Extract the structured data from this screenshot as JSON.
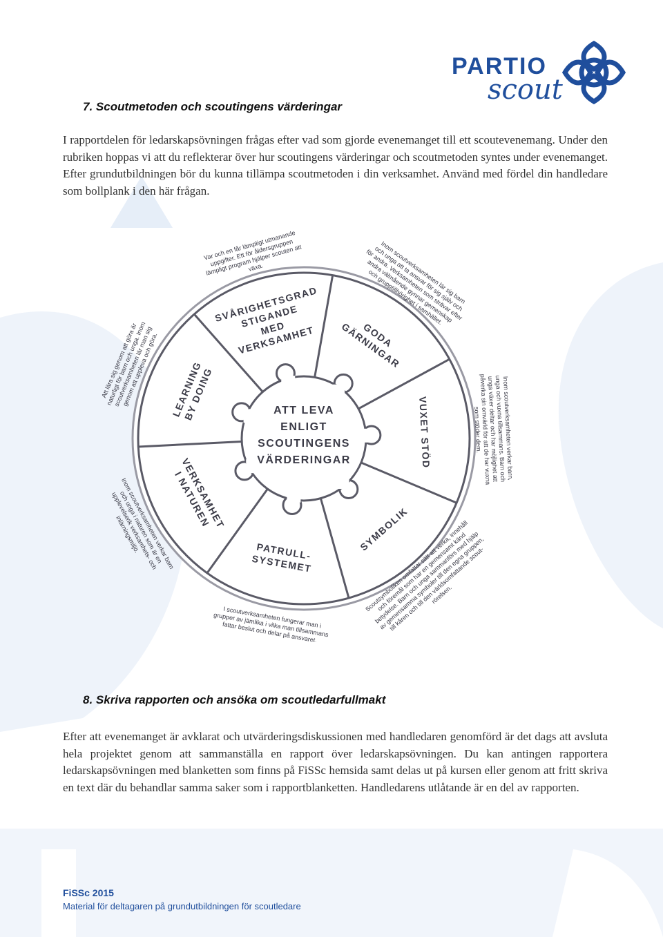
{
  "logo": {
    "line1": "PARTIO",
    "line2": "scout"
  },
  "section7": {
    "heading": "7.  Scoutmetoden och scoutingens värderingar",
    "paragraph": "I rapportdelen för ledarskapsövningen frågas efter vad som gjorde evenemanget till ett scoutevenemang. Under den rubriken hoppas vi att du reflekterar över hur scoutingens värderingar och scoutmetoden syntes under evenemanget. Efter grundutbildningen bör du kunna tillämpa scoutmetoden i din verksamhet. Använd med fördel din handledare som bollplank i den här frågan."
  },
  "diagram": {
    "center_lines": [
      "ATT LEVA",
      "ENLIGT",
      "SCOUTINGENS",
      "VÄRDERINGAR"
    ],
    "segments": [
      {
        "lines": [
          "GODA",
          "GÄRNINGAR"
        ]
      },
      {
        "lines": [
          "VUXET STÖD"
        ]
      },
      {
        "lines": [
          "SYMBOLIK"
        ]
      },
      {
        "lines": [
          "PATRULL-",
          "SYSTEMET"
        ]
      },
      {
        "lines": [
          "VERKSAMHET",
          "I NATUREN"
        ]
      },
      {
        "lines": [
          "LEARNING",
          "BY DOING"
        ]
      },
      {
        "lines": [
          "SVÅRIGHETSGRAD",
          "STIGANDE",
          "MED",
          "VERKSAMHET"
        ]
      }
    ],
    "notes": [
      {
        "lines": [
          "Inom scoutverksamheten lär sig barn",
          "och unga att ta ansvar för sig själv och",
          "för andra. Verksamheten som strävar efter",
          "andra välmående gynnar gemenskap",
          "och grupptillhörighet i samhället."
        ]
      },
      {
        "lines": [
          "Inom scoutverksamheten verkar barn,",
          "unga och vuxna tillsammans. Barn och",
          "unga växer deltar och har möjlighet att",
          "påverka sin omvärld för att de har vuxna",
          "som stöder dem."
        ]
      },
      {
        "lines": [
          "Scoutsymboliken omfattar sätt att verka, innehåll",
          "och föremål som har en gemensamt känd",
          "betydelse. Barn och unga sammanförs med hjälp",
          "av gemensamma symboler till den egna gruppen,",
          "till kåren och till den världsomfattande scout-",
          "rörelsen."
        ]
      },
      {
        "lines": [
          "I scoutverksamheten fungerar man i",
          "grupper av jämlika i vilka man tillsammans",
          "fattar beslut och delar på ansvaret."
        ]
      },
      {
        "lines": [
          "Inom scoutverksamheten verkar barn",
          "och unga i naturen som är en",
          "upplevelserik verksamhets- och",
          "inlärningsmiljö."
        ]
      },
      {
        "lines": [
          "Att lära sig genom att göra är",
          "naturligt för barn och unga. Inom",
          "scoutverksamheten lär man sig",
          "genom att uppleva och göra."
        ]
      },
      {
        "lines": [
          "Var och en får lämpligt utmanande",
          "uppgifter. Ett för åldersgruppen",
          "lämpligt program hjälper scouten att",
          "växa."
        ]
      }
    ]
  },
  "section8": {
    "heading": "8.  Skriva rapporten och ansöka om scoutledarfullmakt",
    "paragraph": "Efter att evenemanget är avklarat och utvärderingsdiskussionen med handledaren genomförd är det dags att avsluta hela projektet genom att sammanställa en rapport över ledarskapsövningen. Du kan antingen rapportera ledarskapsövningen med blanketten som finns på FiSSc hemsida samt delas ut på kursen eller genom att fritt skriva en text där du behandlar samma saker som i rapportblanketten. Handledarens utlåtande är en del av rapporten."
  },
  "footer": {
    "title": "FiSSc 2015",
    "subtitle": "Material för deltagaren på grundutbildningen för scoutledare"
  },
  "colors": {
    "brand": "#1f4e9c",
    "watermark": "#eaf1f9",
    "diagram_text": "#3a3a46"
  }
}
